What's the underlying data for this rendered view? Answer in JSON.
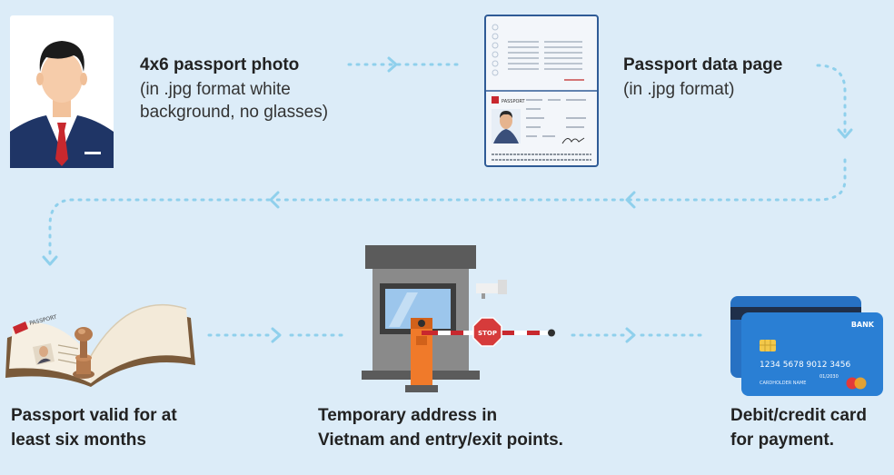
{
  "steps": {
    "photo": {
      "title": "4x6 passport photo",
      "detail_line1": "(in .jpg format white",
      "detail_line2": "background, no glasses)"
    },
    "datapage": {
      "title": "Passport data page",
      "detail": "(in .jpg format)",
      "doc_label": "PASSPORT"
    },
    "validity": {
      "line1": "Passport valid for at",
      "line2": "least six months",
      "doc_label": "PASSPORT"
    },
    "address": {
      "line1": "Temporary address in",
      "line2": "Vietnam and entry/exit points.",
      "stop_sign": "STOP"
    },
    "payment": {
      "line1": "Debit/credit card",
      "line2": "for payment.",
      "card": {
        "bank": "BANK",
        "number": "1234  5678  9012  3456",
        "expiry": "01/2030",
        "holder": "CARDHOLDER NAME"
      }
    }
  },
  "colors": {
    "background": "#dcecf8",
    "connector": "#8fd0ec",
    "card_blue": "#2a7fd4",
    "booth_orange": "#f07a2a",
    "stop_red": "#d63b3b"
  }
}
